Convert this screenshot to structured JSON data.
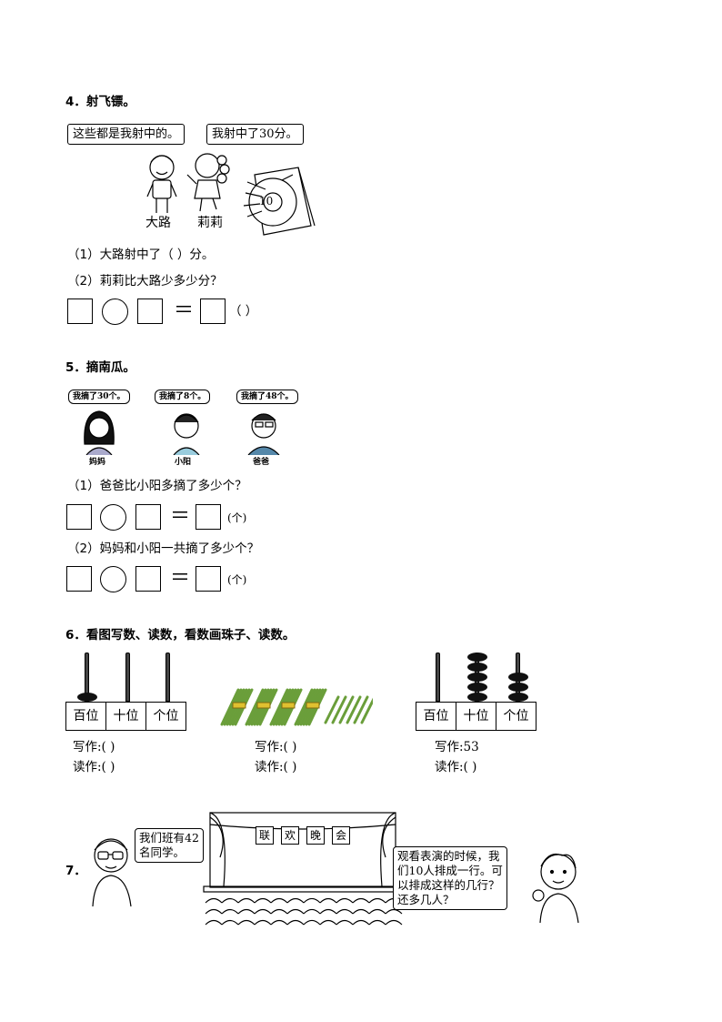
{
  "q4": {
    "title": "4．射飞镖。",
    "bubble_dalu": "这些都是我射中的。",
    "bubble_lili": "我射中了30分。",
    "name_dalu": "大路",
    "name_lili": "莉莉",
    "target_label": "10",
    "sub1": "（1）大路射中了（    ）分。",
    "sub2": "（2）莉莉比大路少多少分？",
    "eq_equal": "＝",
    "eq_unit": "（    ）"
  },
  "q5": {
    "title": "5．摘南瓜。",
    "bubble_mama": "我摘了30个。",
    "bubble_xiaoyang": "我摘了8个。",
    "bubble_baba": "我摘了48个。",
    "name_mama": "妈妈",
    "name_xiaoyang": "小阳",
    "name_baba": "爸爸",
    "sub1": "（1）爸爸比小阳多摘了多少个？",
    "sub2": "（2）妈妈和小阳一共摘了多少个？",
    "eq_equal": "＝",
    "eq_unit": "(个)"
  },
  "q6": {
    "title": "6．看图写数、读数，看数画珠子、读数。",
    "place_values": [
      "百位",
      "十位",
      "个位"
    ],
    "write_blank": "写作:(          )",
    "read_blank": "读作:(          )",
    "write_53": "写作:53",
    "abacus1_beads": {
      "hundreds": 1,
      "tens": 0,
      "ones": 0
    },
    "abacus2_beads": {
      "hundreds": 0,
      "tens": 5,
      "ones": 3
    },
    "bundles": 4,
    "single_sticks": 6
  },
  "q7": {
    "number": "7．",
    "bubble_left_line1": "我们班有42",
    "bubble_left_line2": "名同学。",
    "stage_sign": [
      "联",
      "欢",
      "晚",
      "会"
    ],
    "bubble_right_line1": "观看表演的时候，我",
    "bubble_right_line2": "们10人排成一行。可",
    "bubble_right_line3": "以排成这样的几行？",
    "bubble_right_line4": "还多几人？"
  }
}
